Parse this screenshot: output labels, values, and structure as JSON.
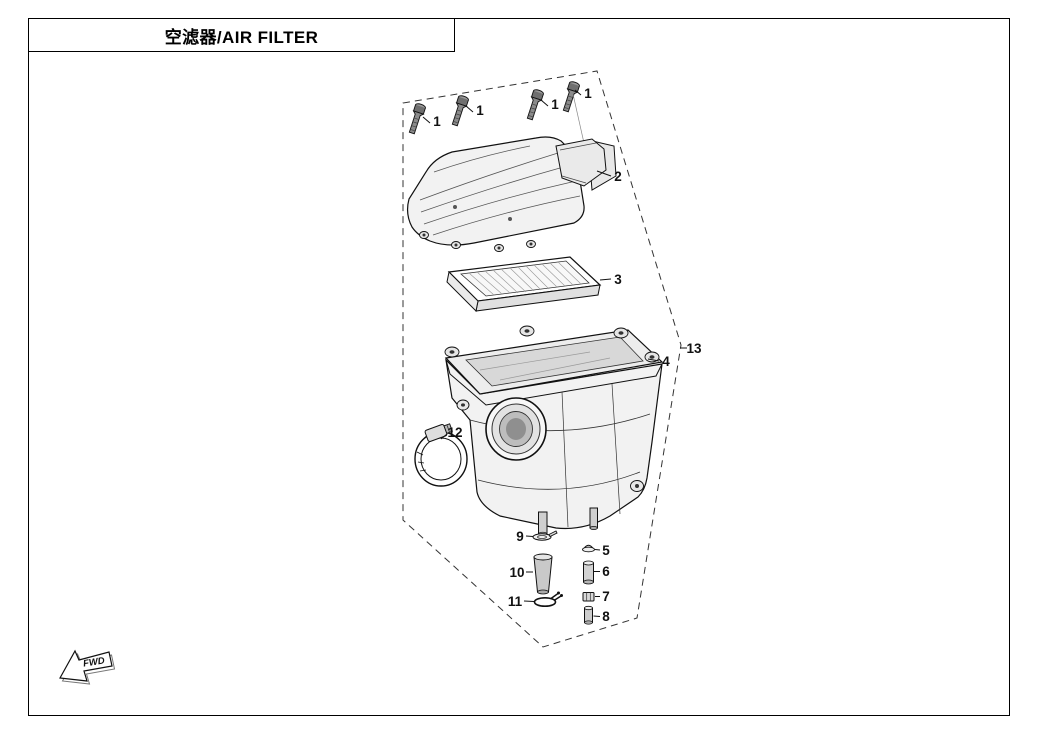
{
  "page": {
    "title": "空滤器/AIR FILTER",
    "fwd_label": "FWD"
  },
  "callouts": [
    {
      "label": "1"
    },
    {
      "label": "1"
    },
    {
      "label": "1"
    },
    {
      "label": "1"
    },
    {
      "label": "2"
    },
    {
      "label": "3"
    },
    {
      "label": "4"
    },
    {
      "label": "13"
    },
    {
      "label": "12"
    },
    {
      "label": "9"
    },
    {
      "label": "10"
    },
    {
      "label": "11"
    },
    {
      "label": "5"
    },
    {
      "label": "6"
    },
    {
      "label": "7"
    },
    {
      "label": "8"
    }
  ]
}
